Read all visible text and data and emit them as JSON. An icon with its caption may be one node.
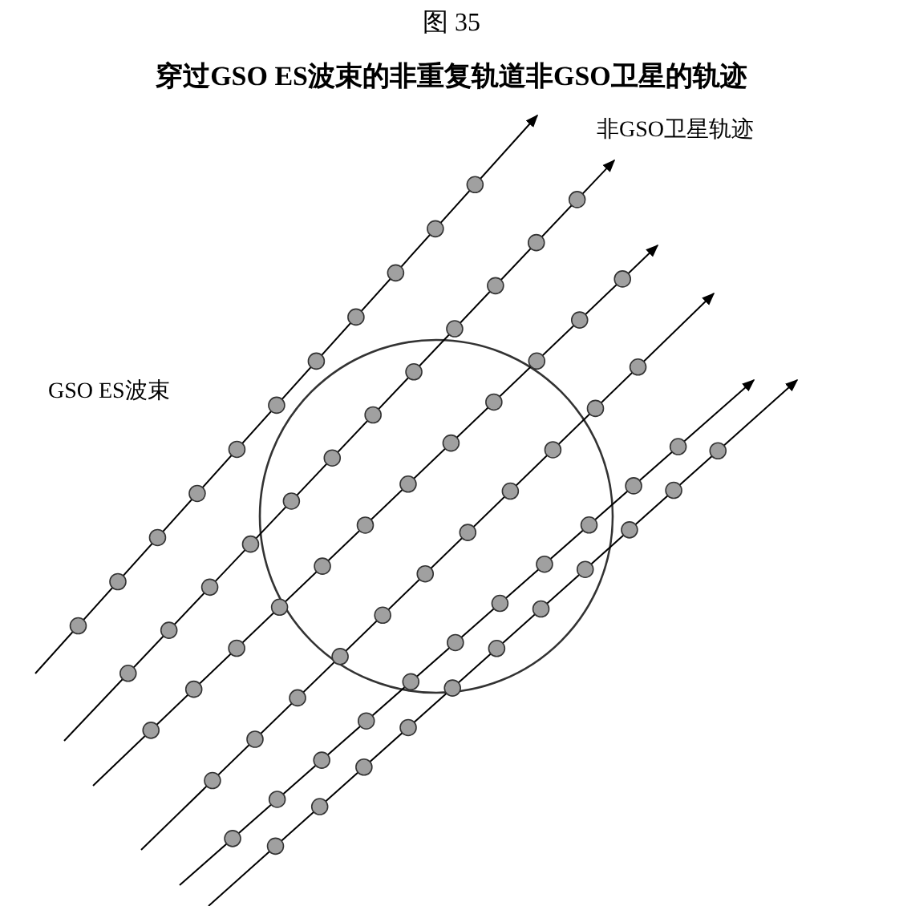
{
  "diagram": {
    "title": "穿过GSO ES波束的非重复轨道非GSO卫星的轨迹",
    "labels": [
      "图 35",
      "非GSO卫星轨迹",
      "GSO ES波束"
    ]
  }
}
